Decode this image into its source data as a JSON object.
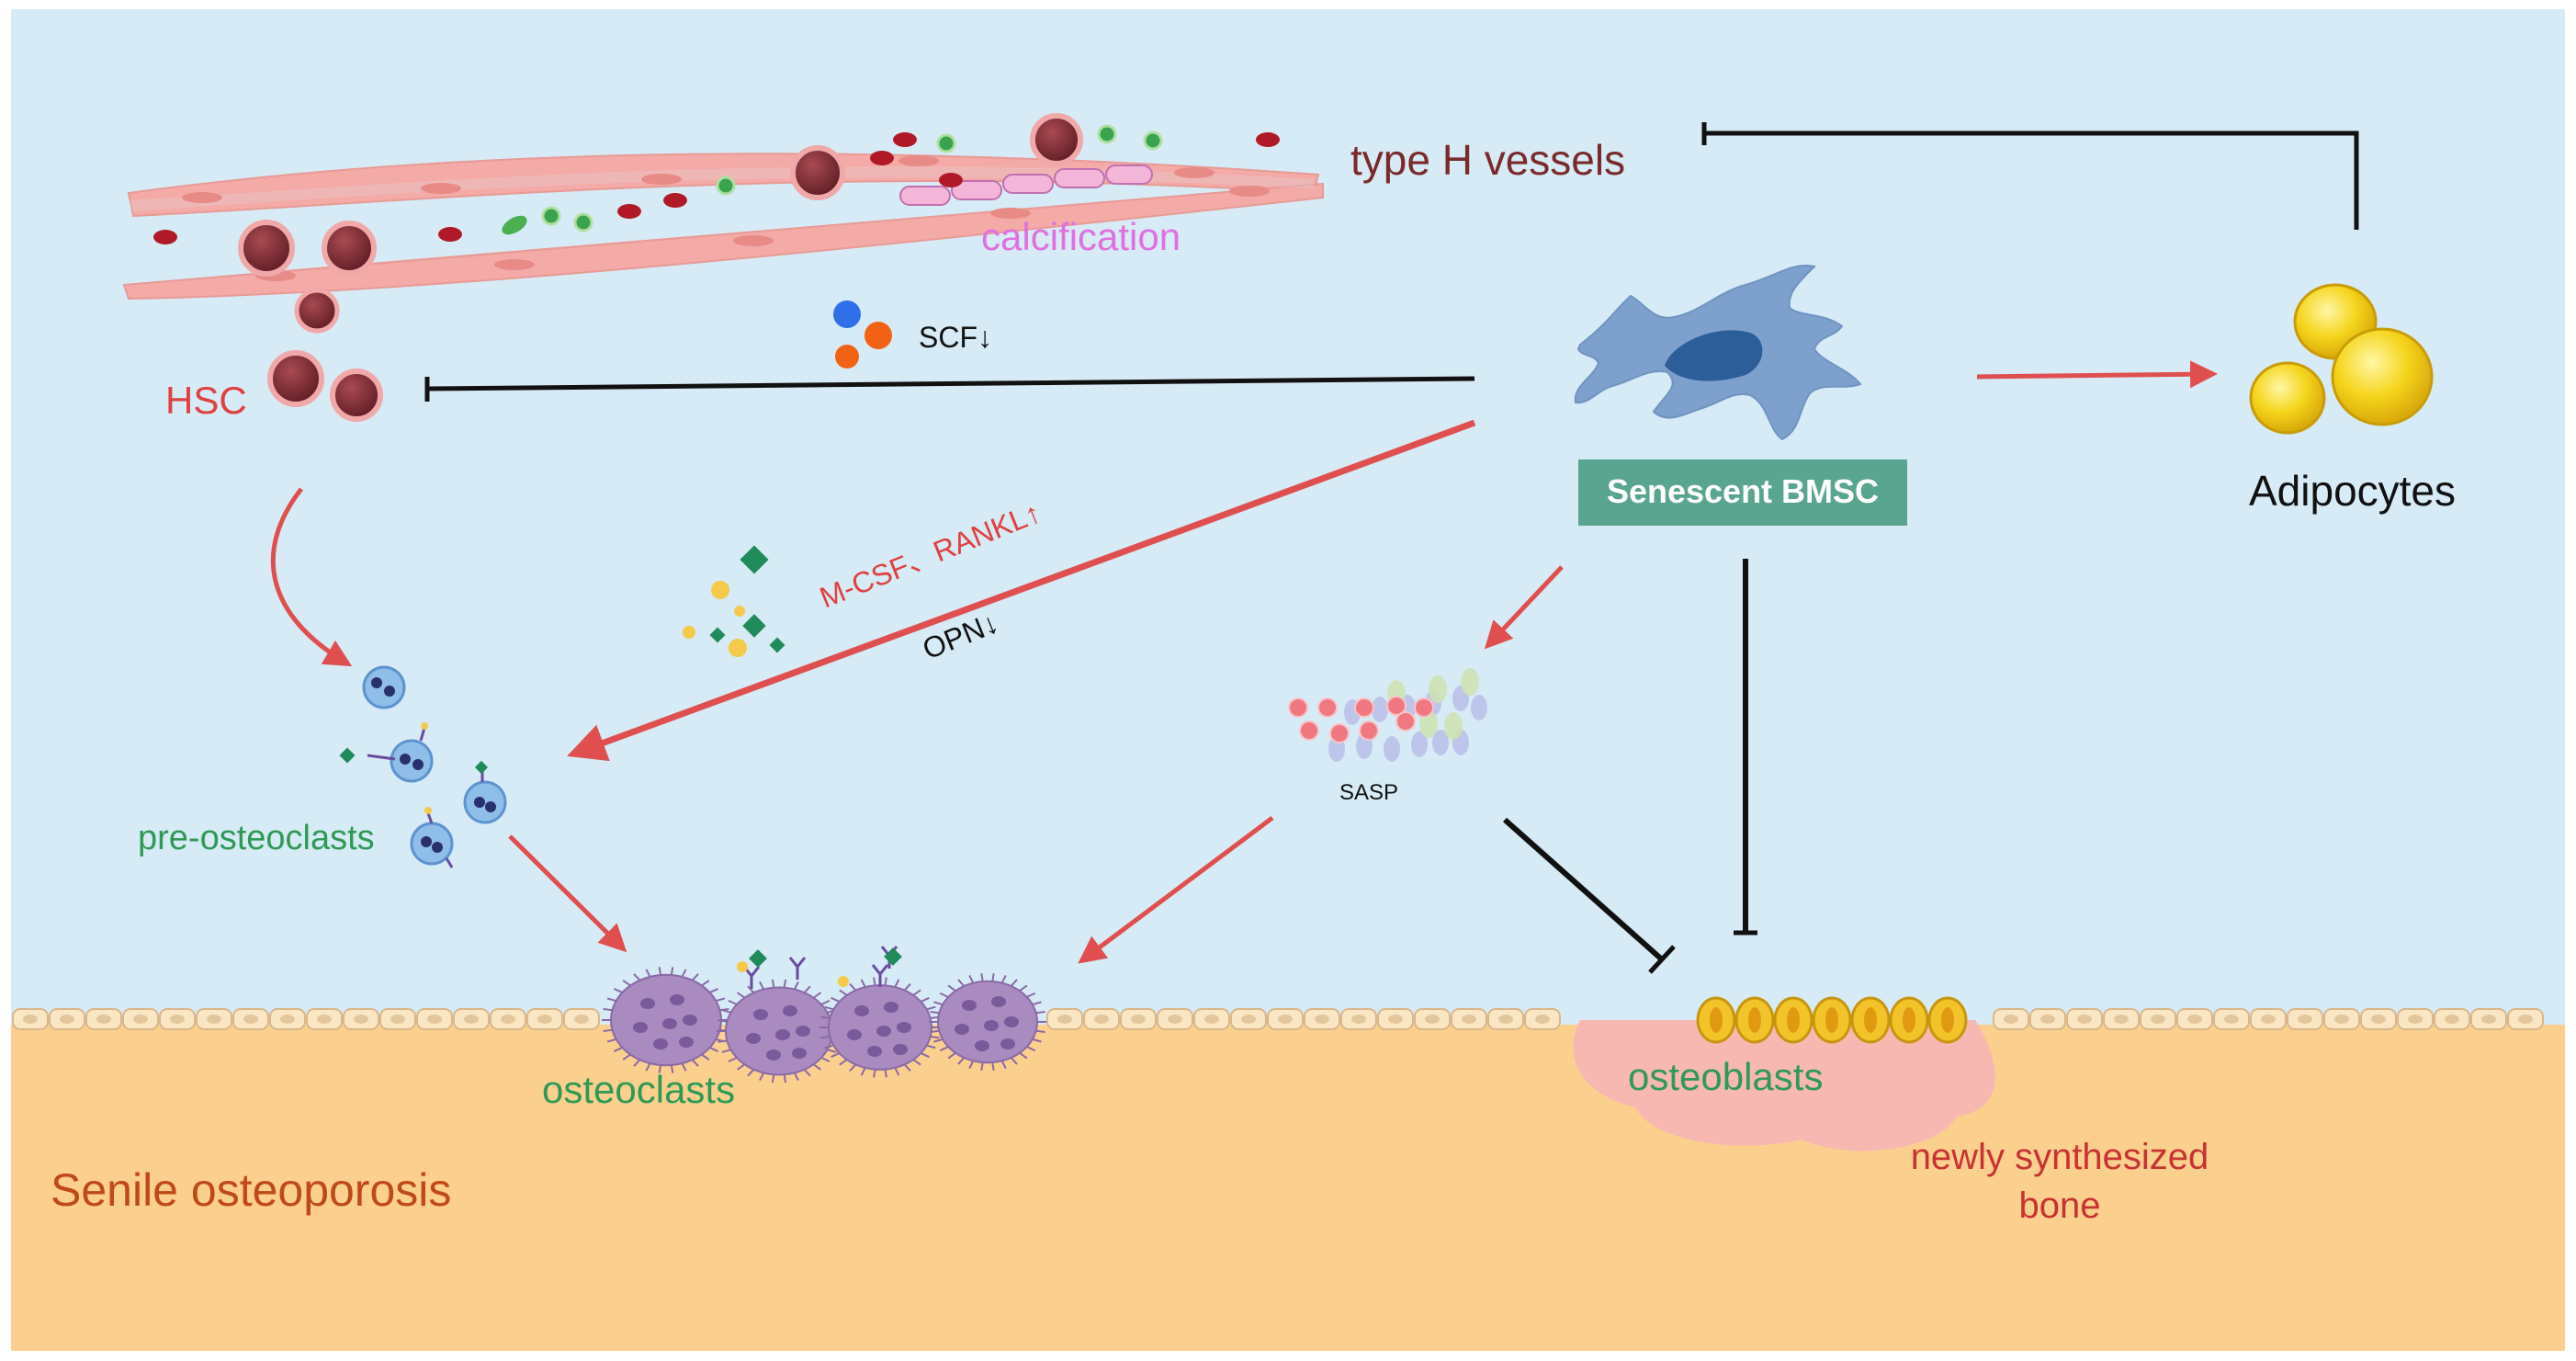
{
  "labels": {
    "type_h_vessels": "type H vessels",
    "calcification": "calcification",
    "hsc": "HSC",
    "scf": "SCF↓",
    "senescent_bmsc": "Senescent BMSC",
    "adipocytes": "Adipocytes",
    "mcsf_rankl": "M-CSF、RANKL↑",
    "opn": "OPN↓",
    "sasp": "SASP",
    "pre_osteoclasts": "pre-osteoclasts",
    "osteoclasts": "osteoclasts",
    "osteoblasts": "osteoblasts",
    "newly_synthesized_bone_line1": "newly synthesized",
    "newly_synthesized_bone_line2": "bone",
    "senile_osteoporosis": "Senile osteoporosis"
  },
  "colors": {
    "background_marrow": "#d6ebf5",
    "bone": "#fbcf8e",
    "vessel": "#f4aaa6",
    "red_arrow": "#e04f4f",
    "inhibit_line": "#111111",
    "bmsc_label_bg": "#5aa58f",
    "green_text": "#2e9a55",
    "red_text": "#e04040",
    "dark_red_text": "#7a2a2a",
    "pink_text": "#e070e0",
    "bone_title": "#c0491a",
    "adipocyte": "#f2d21c",
    "osteoclast": "#a98bc0"
  }
}
